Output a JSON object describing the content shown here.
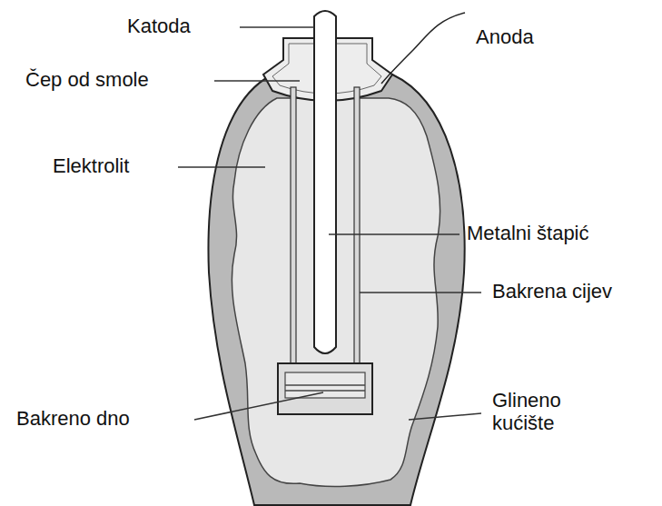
{
  "diagram": {
    "labels": [
      "Katoda",
      "Anoda",
      "Čep od smole",
      "Elektrolit",
      "Metalni štapić",
      "Bakrena cijev",
      "Bakreno dno",
      "Glineno kućište"
    ]
  }
}
